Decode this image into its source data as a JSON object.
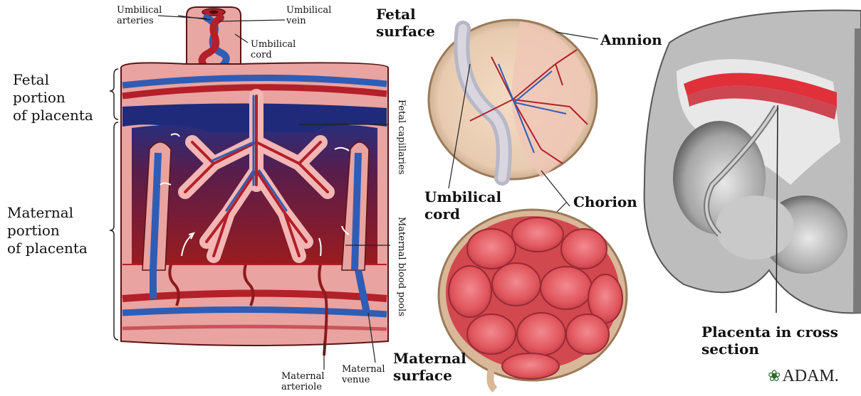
{
  "labels": {
    "umbilical_arteries": [
      "Umbilical",
      "arteries"
    ],
    "umbilical_vein": [
      "Umbilical",
      "vein"
    ],
    "umbilical_cord_small": [
      "Umbilical",
      "cord"
    ],
    "fetal_portion": [
      "Fetal",
      "portion",
      "of placenta"
    ],
    "maternal_portion": [
      "Maternal",
      "portion",
      "of placenta"
    ],
    "fetal_capillaries": "Fetal capillaries",
    "maternal_blood_pools": "Maternal blood pools",
    "maternal_arteriole": [
      "Maternal",
      "arteriole"
    ],
    "maternal_venue": [
      "Maternal",
      "venue"
    ],
    "fetal_surface": [
      "Fetal",
      "surface"
    ],
    "amnion": "Amnion",
    "umbilical_cord_big": [
      "Umbilical",
      "cord"
    ],
    "chorion": "Chorion",
    "maternal_surface": [
      "Maternal",
      "surface"
    ],
    "placenta_cross_section": [
      "Placenta in cross",
      "section"
    ]
  },
  "logo": {
    "text": "ADAM.",
    "icon": "leaf-icon"
  },
  "colors": {
    "artery": "#b3202a",
    "vein": "#2f5db5",
    "tissue": "#e9a3a0",
    "blood_pool": "#8d1a1d",
    "placenta_lobe": "#e45c64",
    "membrane": "#cdb79a"
  }
}
